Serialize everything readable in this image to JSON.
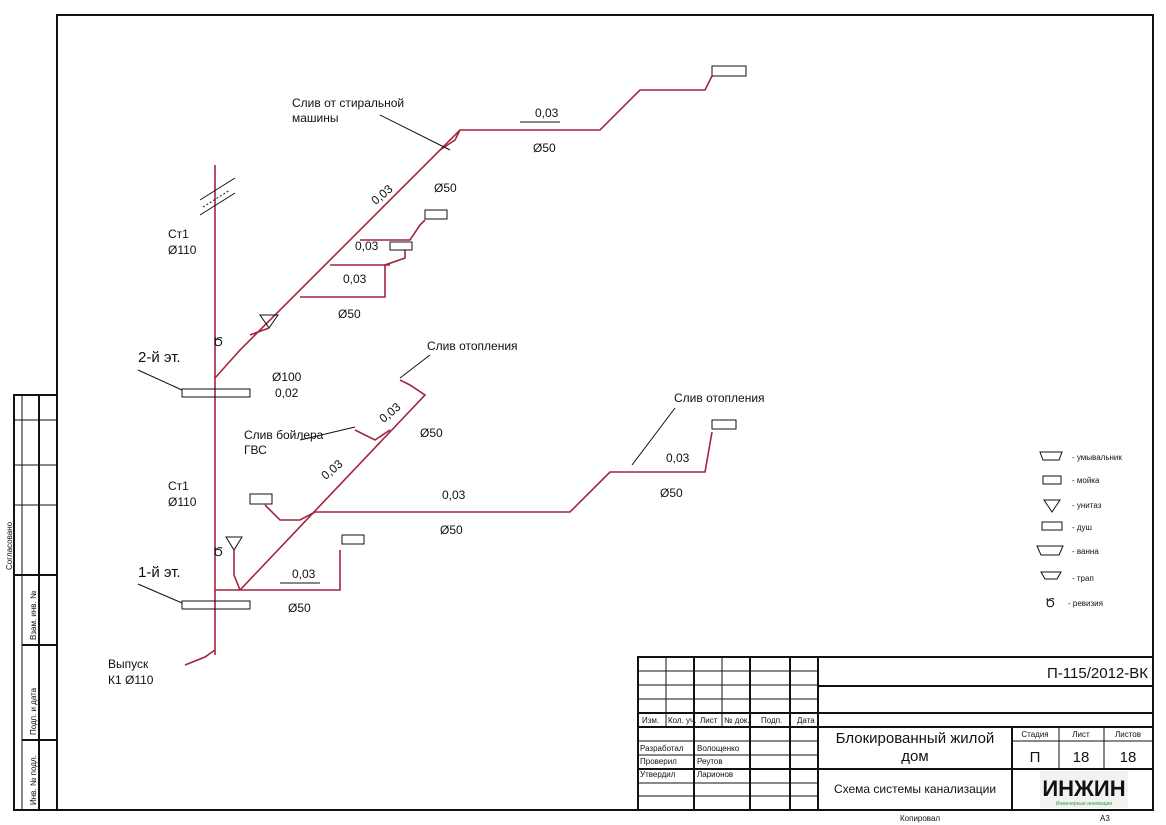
{
  "labels": {
    "washer": "Слив от стиральной",
    "washer2": "машины",
    "st1_top": "Ст1",
    "d110_top": "Ø110",
    "floor2": "2-й эт.",
    "floor1": "1-й эт.",
    "st1_bot": "Ст1",
    "d110_bot": "Ø110",
    "outlet": "Выпуск",
    "outlet2": "К1 Ø110",
    "heat1": "Слив отопления",
    "heat2": "Слив отопления",
    "boiler": "Слив бойлера",
    "boiler2": "ГВС",
    "slope": "0,03",
    "slope2": "0,02",
    "d50": "Ø50",
    "d100": "Ø100"
  },
  "legend": [
    "- умывальник",
    "- мойка",
    "- унитаз",
    "- душ",
    "- ванна",
    "- трап",
    "- ревизия"
  ],
  "stamps": {
    "agreed": "Согласовано",
    "swap": "Взам. инв. №",
    "sign": "Подп. и дата",
    "inv": "Инв. № подл."
  },
  "title_block": {
    "code": "П-115/2012-ВК",
    "headers": [
      "Изм.",
      "Кол. уч.",
      "Лист",
      "№ док.",
      "Подп.",
      "Дата"
    ],
    "roles": [
      {
        "role": "Разработал",
        "name": "Волощенко"
      },
      {
        "role": "Проверил",
        "name": "Реутов"
      },
      {
        "role": "Утвердил",
        "name": "Ларионов"
      }
    ],
    "project": "Блокированный жилой",
    "project2": "дом",
    "sheet_title": "Схема системы канализации",
    "stage_h": "Стадия",
    "sheet_h": "Лист",
    "sheets_h": "Листов",
    "stage": "П",
    "sheet": "18",
    "sheets": "18",
    "logo": "ИНЖИН",
    "logo_sub": "Инженерные инновации",
    "copied": "Копировал",
    "format": "А3"
  }
}
